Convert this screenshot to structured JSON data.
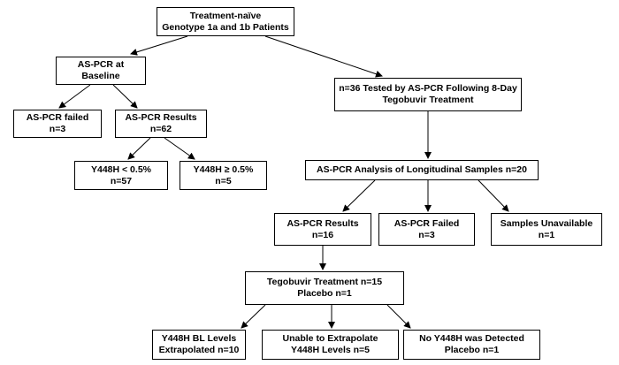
{
  "nodes": {
    "root": {
      "line1": "Treatment-naïve",
      "line2": "Genotype 1a and 1b Patients"
    },
    "baseline": {
      "line1": "AS-PCR at",
      "line2": "Baseline"
    },
    "bl_failed": {
      "line1": "AS-PCR failed",
      "line2": "n=3"
    },
    "bl_results": {
      "line1": "AS-PCR Results",
      "line2": "n=62"
    },
    "low": {
      "line1": "Y448H < 0.5%",
      "line2": "n=57"
    },
    "high": {
      "line1": "Y448H ≥ 0.5%",
      "line2": "n=5"
    },
    "tested": {
      "line1": "n=36 Tested by AS-PCR Following 8-Day",
      "line2": "Tegobuvir Treatment"
    },
    "longitudinal": {
      "line1": "AS-PCR Analysis of Longitudinal Samples n=20"
    },
    "results16": {
      "line1": "AS-PCR Results",
      "line2": "n=16"
    },
    "failed3": {
      "line1": "AS-PCR Failed",
      "line2": "n=3"
    },
    "unavailable": {
      "line1": "Samples Unavailable",
      "line2": "n=1"
    },
    "tegobuvir": {
      "line1": "Tegobuvir Treatment n=15",
      "line2": "Placebo n=1"
    },
    "extrapolated": {
      "line1": "Y448H BL Levels",
      "line2": "Extrapolated n=10"
    },
    "unable": {
      "line1": "Unable to Extrapolate",
      "line2": "Y448H Levels n=5"
    },
    "notdetected": {
      "line1": "No Y448H was Detected",
      "line2": "Placebo n=1"
    }
  }
}
